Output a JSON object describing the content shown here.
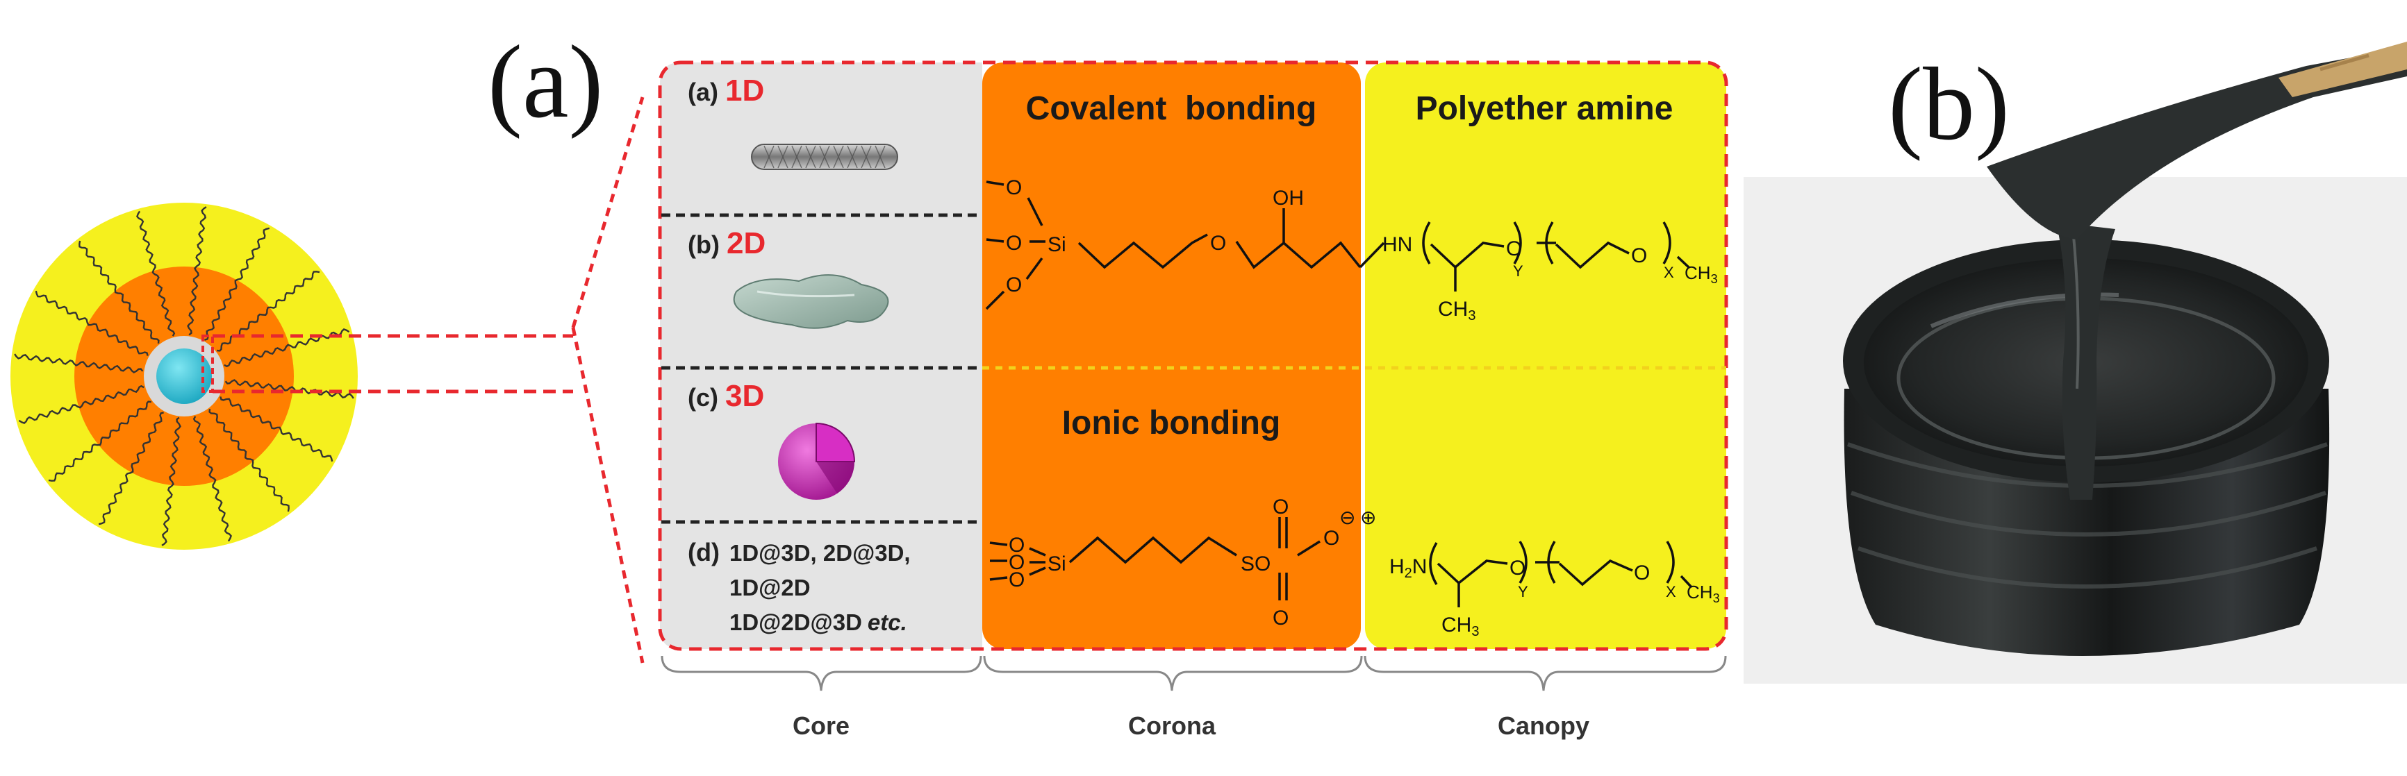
{
  "panel_labels": {
    "a": "(a)",
    "b": "(b)"
  },
  "core": {
    "items": [
      {
        "prefix": "(a)",
        "dim": "1D"
      },
      {
        "prefix": "(b)",
        "dim": "2D"
      },
      {
        "prefix": "(c)",
        "dim": "3D"
      }
    ],
    "hybrid": {
      "prefix": "(d)",
      "lines": [
        "1D@3D, 2D@3D,",
        "1D@2D",
        "1D@2D@3D"
      ],
      "etc": "etc."
    }
  },
  "corona": {
    "covalent_title": "Covalent  bonding",
    "ionic_title": "Ionic bonding"
  },
  "canopy": {
    "title": "Polyether amine"
  },
  "chem": {
    "O": "O",
    "Si": "Si",
    "S": "S",
    "OH": "OH",
    "HN": "HN",
    "H2N_H": "H",
    "H2N_2": "2",
    "H2N_N": "N",
    "CH3_C": "CH",
    "CH3_3": "3",
    "Y": "Y",
    "X": "X",
    "minus": "⊖",
    "plus": "⊕"
  },
  "brackets": {
    "core": "Core",
    "corona": "Corona",
    "canopy": "Canopy"
  },
  "colors": {
    "yellow": "#f5f01e",
    "orange": "#ff7f00",
    "core_gray": "#e4e4e4",
    "shell_gray": "#d9d9d9",
    "cyan": "#22b6cf",
    "dash_red": "#e8282e",
    "red_label": "#e8282e",
    "magenta": "#b0149c"
  }
}
